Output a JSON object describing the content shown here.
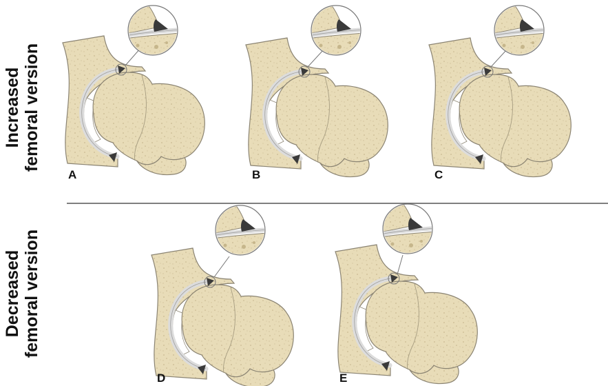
{
  "rows": [
    {
      "label_line1": "Increased",
      "label_line2": "femoral version"
    },
    {
      "label_line1": "Decreased",
      "label_line2": "femoral version"
    }
  ],
  "panels": [
    {
      "letter": "A"
    },
    {
      "letter": "B"
    },
    {
      "letter": "C"
    },
    {
      "letter": "D"
    },
    {
      "letter": "E"
    }
  ],
  "colors": {
    "bone": "#e8dcb8",
    "bone_outline": "#8a8372",
    "cartilage": "#dcdcdc",
    "labrum": "#3a3a3a",
    "divider": "#555555"
  }
}
